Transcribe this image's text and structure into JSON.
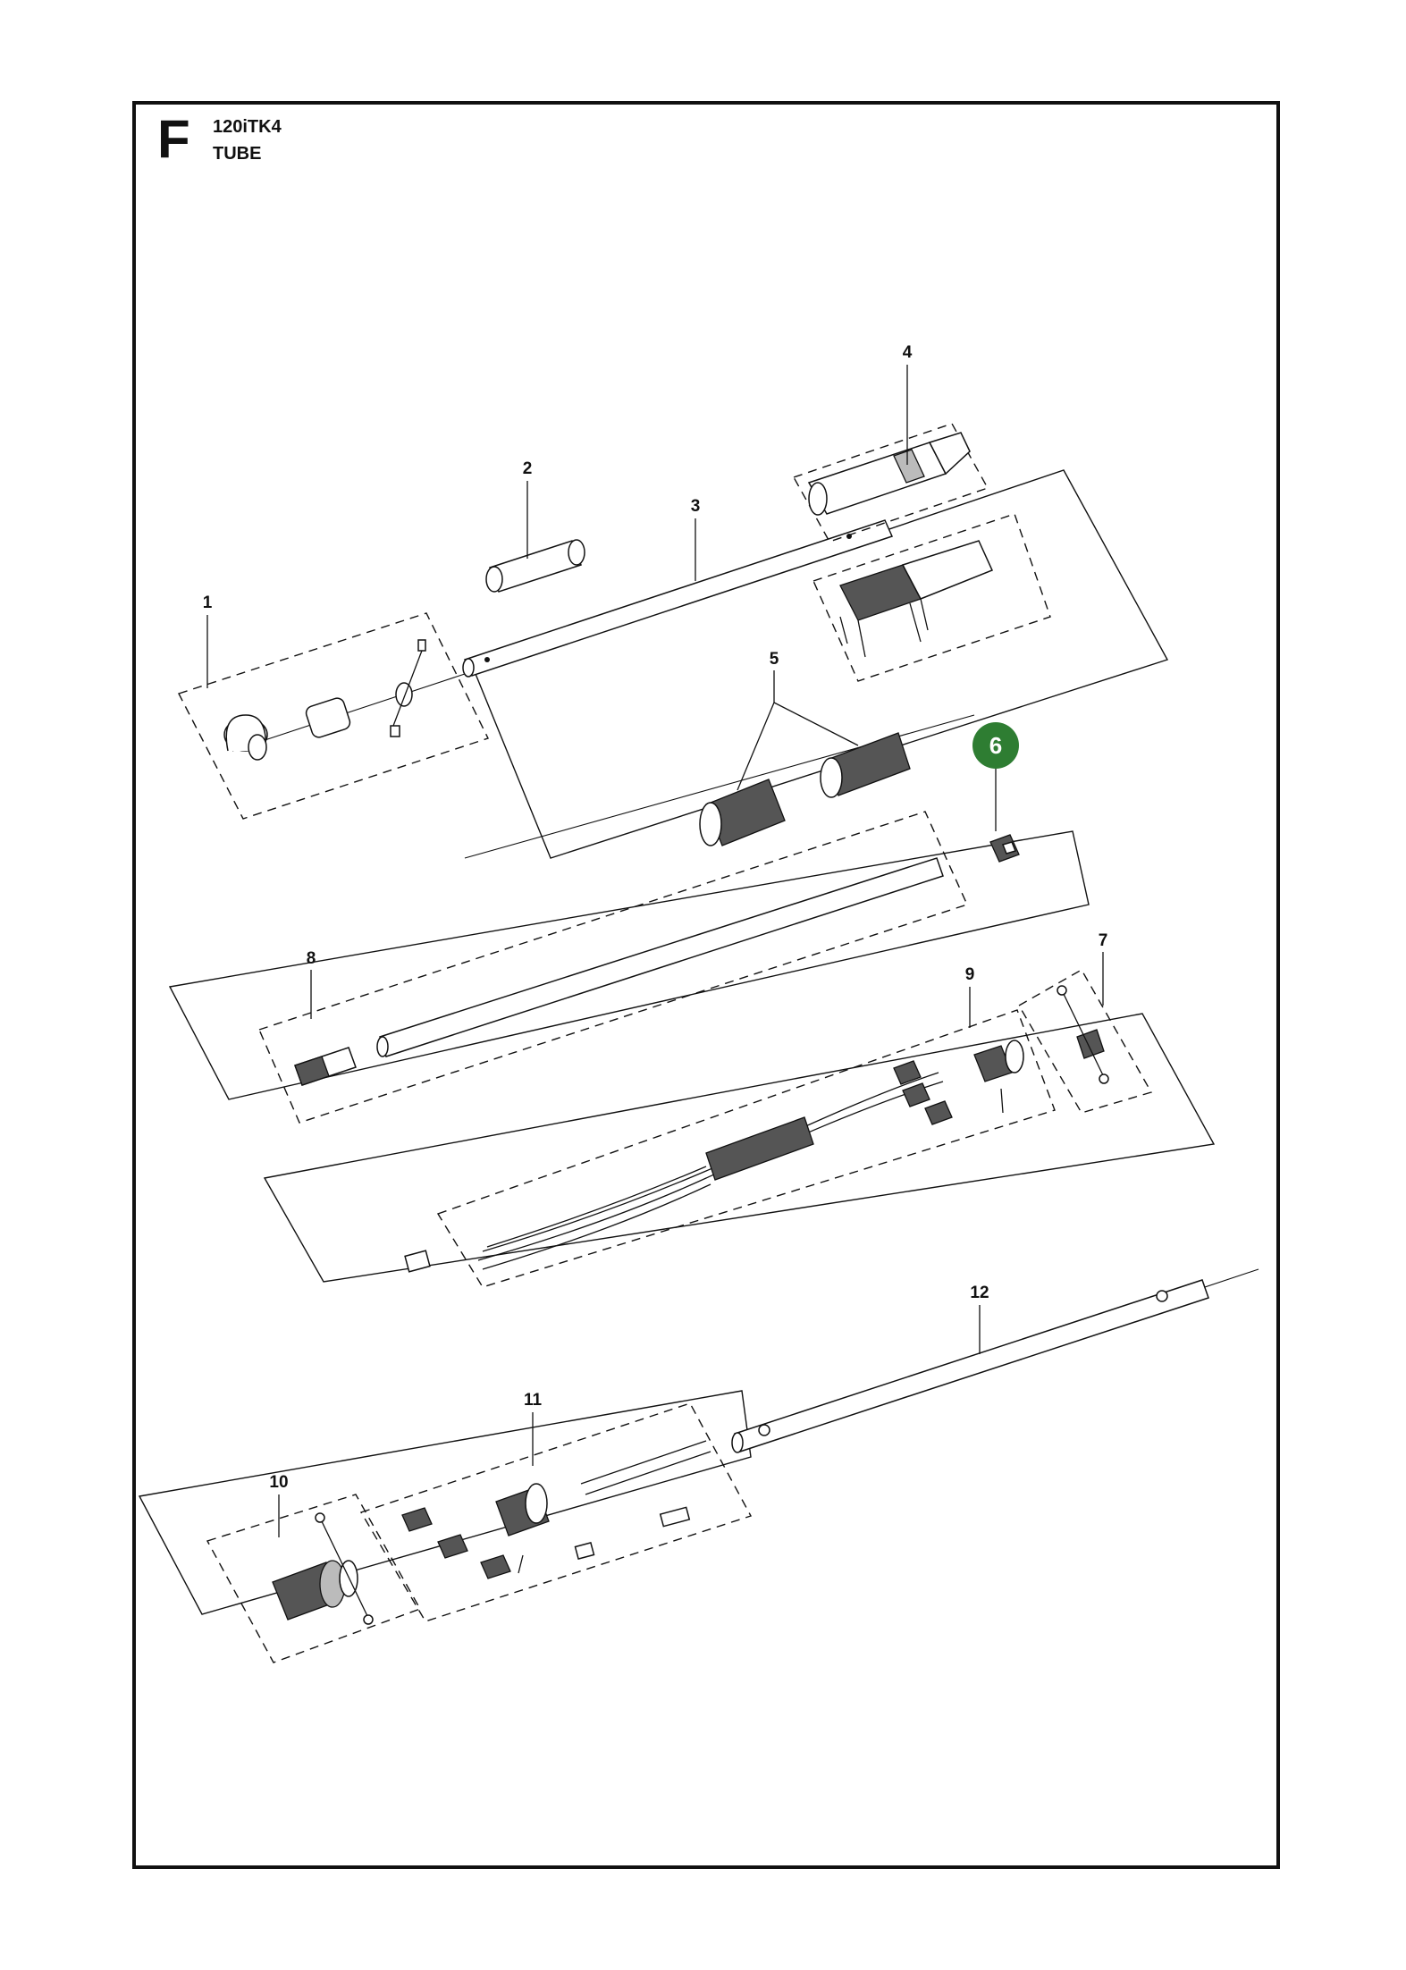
{
  "header": {
    "letter": "F",
    "model": "120iTK4",
    "section": "TUBE"
  },
  "callouts": [
    "1",
    "2",
    "3",
    "4",
    "5",
    "6",
    "7",
    "8",
    "9",
    "10",
    "11",
    "12"
  ],
  "highlighted": {
    "number": "6",
    "color": "#2e7d32"
  }
}
